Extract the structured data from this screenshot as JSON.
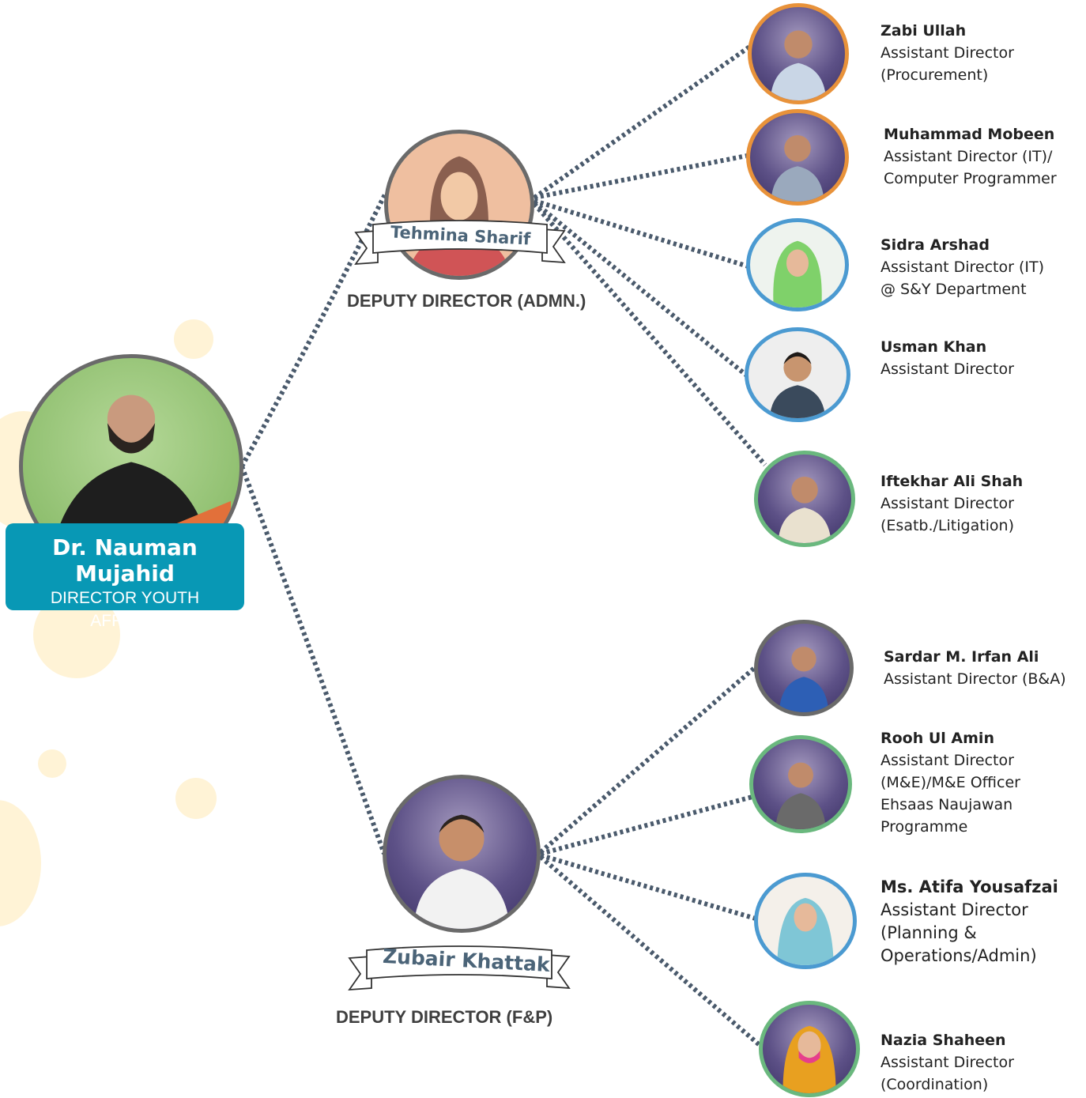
{
  "director": {
    "name": "Dr. Nauman Mujahid",
    "title": "DIRECTOR YOUTH AFFAIRS"
  },
  "deputies": [
    {
      "name": "Tehmina Sharif",
      "title": "DEPUTY DIRECTOR (ADMN.)"
    },
    {
      "name": "Zubair Khattak",
      "title": "DEPUTY DIRECTOR (F&P)"
    }
  ],
  "staff": [
    {
      "name": "Zabi Ullah",
      "role": "Assistant Director\n(Procurement)",
      "ring": "#e8923a"
    },
    {
      "name": "Muhammad Mobeen",
      "role": "Assistant Director (IT)/\nComputer Programmer",
      "ring": "#e8923a"
    },
    {
      "name": "Sidra Arshad",
      "role": "Assistant Director (IT)\n@ S&Y Department",
      "ring": "#4b9ad1"
    },
    {
      "name": "Usman Khan",
      "role": "Assistant Director",
      "ring": "#4b9ad1"
    },
    {
      "name": "Iftekhar Ali Shah",
      "role": "Assistant Director\n(Esatb./Litigation)",
      "ring": "#6ab87e"
    },
    {
      "name": "Sardar M. Irfan Ali",
      "role": "Assistant Director (B&A)",
      "ring": "#6a6a6a"
    },
    {
      "name": "Rooh Ul Amin",
      "role": "Assistant Director\n(M&E)/M&E Officer\nEhsaas Naujawan\nProgramme",
      "ring": "#6ab87e"
    },
    {
      "name": "Ms. Atifa Yousafzai",
      "role": "Assistant Director\n(Planning &\nOperations/Admin)",
      "ring": "#4b9ad1"
    },
    {
      "name": "Nazia Shaheen",
      "role": "Assistant Director\n(Coordination)",
      "ring": "#6ab87e"
    }
  ],
  "colors": {
    "connector": "#4a5a6c",
    "card": "#0898b5",
    "ribbon_text": "#4b6478",
    "bubble": "#fff3d6"
  }
}
